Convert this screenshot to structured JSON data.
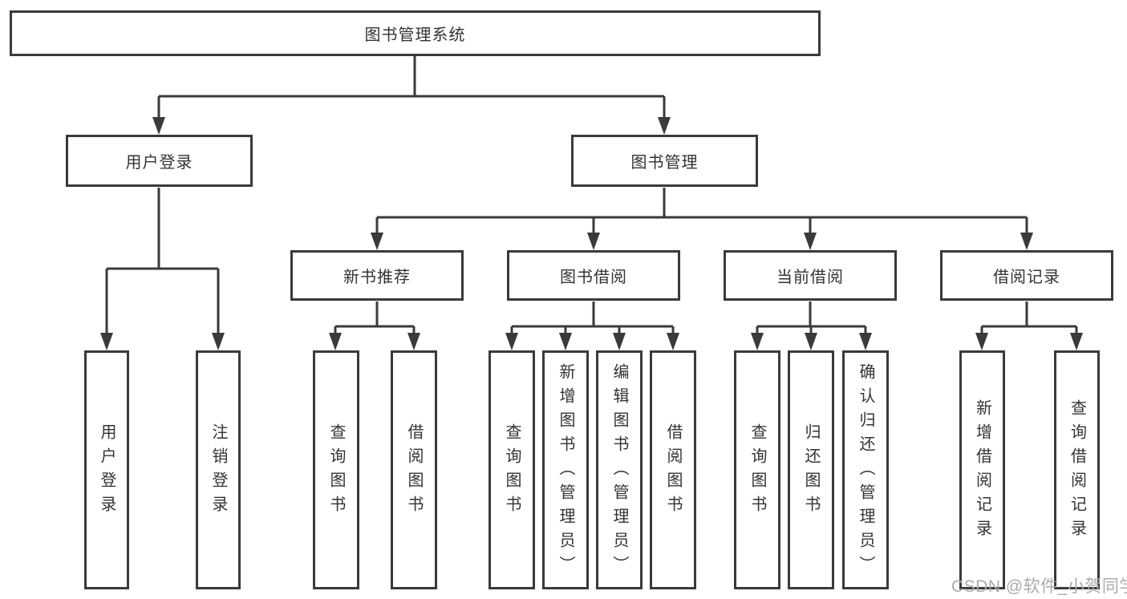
{
  "diagram_title": "图书管理系统",
  "tree": {
    "label": "图书管理系统",
    "children": [
      {
        "label": "用户登录",
        "children": [
          {
            "label": "用户登录"
          },
          {
            "label": "注销登录"
          }
        ]
      },
      {
        "label": "图书管理",
        "children": [
          {
            "label": "新书推荐",
            "children": [
              {
                "label": "查询图书"
              },
              {
                "label": "借阅图书"
              }
            ]
          },
          {
            "label": "图书借阅",
            "children": [
              {
                "label": "查询图书"
              },
              {
                "label": "新增图书（管理员）"
              },
              {
                "label": "编辑图书（管理员）"
              },
              {
                "label": "借阅图书"
              }
            ]
          },
          {
            "label": "当前借阅",
            "children": [
              {
                "label": "查询图书"
              },
              {
                "label": "归还图书"
              },
              {
                "label": "确认归还（管理员）"
              }
            ]
          },
          {
            "label": "借阅记录",
            "children": [
              {
                "label": "新增借阅记录"
              },
              {
                "label": "查询借阅记录"
              }
            ]
          }
        ]
      }
    ]
  },
  "watermark": "CSDN @软件_小贺同学",
  "colors": {
    "line": "#3a3a3a",
    "text": "#333333",
    "watermark": "#ababab",
    "background": "#ffffff"
  }
}
